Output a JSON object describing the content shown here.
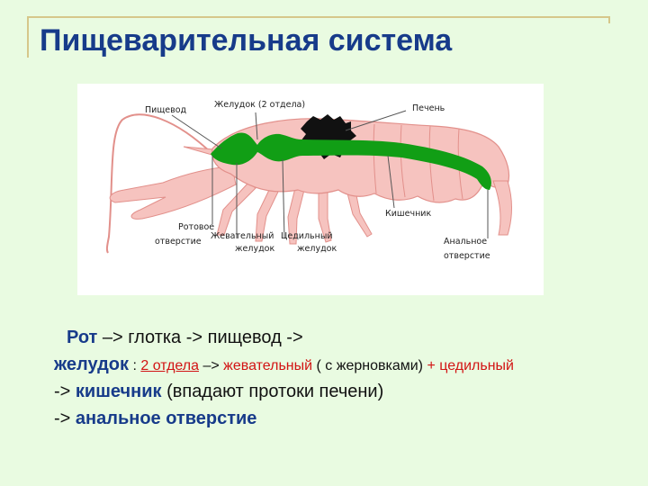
{
  "title": "Пищеварительная система",
  "diagram": {
    "labels": {
      "esophagus": "Пищевод",
      "stomach": "Желудок (2 отдела)",
      "liver": "Печень",
      "mouth_1": "Ротовое",
      "mouth_2": "отверстие",
      "chewing_1": "Жевательный",
      "chewing_2": "желудок",
      "filter_1": "Цедильный",
      "filter_2": "желудок",
      "intestine": "Кишечник",
      "anal_1": "Анальное",
      "anal_2": "отверстие"
    },
    "colors": {
      "body": "#f6c3bf",
      "body_stroke": "#e2908b",
      "digestive_tract": "#119e15",
      "liver": "#111111"
    }
  },
  "text": {
    "line1": {
      "mouth": "Рот",
      "rest": " –> глотка -> пищевод ->"
    },
    "line2": {
      "stomach": "желудок",
      "colon": " : ",
      "two_sections": "2 отдела",
      "arrow": " –> ",
      "chewing": "жевательный",
      "paren": " ( с жерновками) ",
      "plus": "+ цедильный"
    },
    "line3": {
      "arrow": "-> ",
      "intestine": "кишечник",
      "note": " (впадают протоки печени)"
    },
    "line4": {
      "arrow": "-> ",
      "anal": "анальное отверстие"
    }
  },
  "colors": {
    "background": "#e9fbe1",
    "title": "#173b8a",
    "accent_red": "#d21414",
    "frame": "#d6c78a"
  }
}
